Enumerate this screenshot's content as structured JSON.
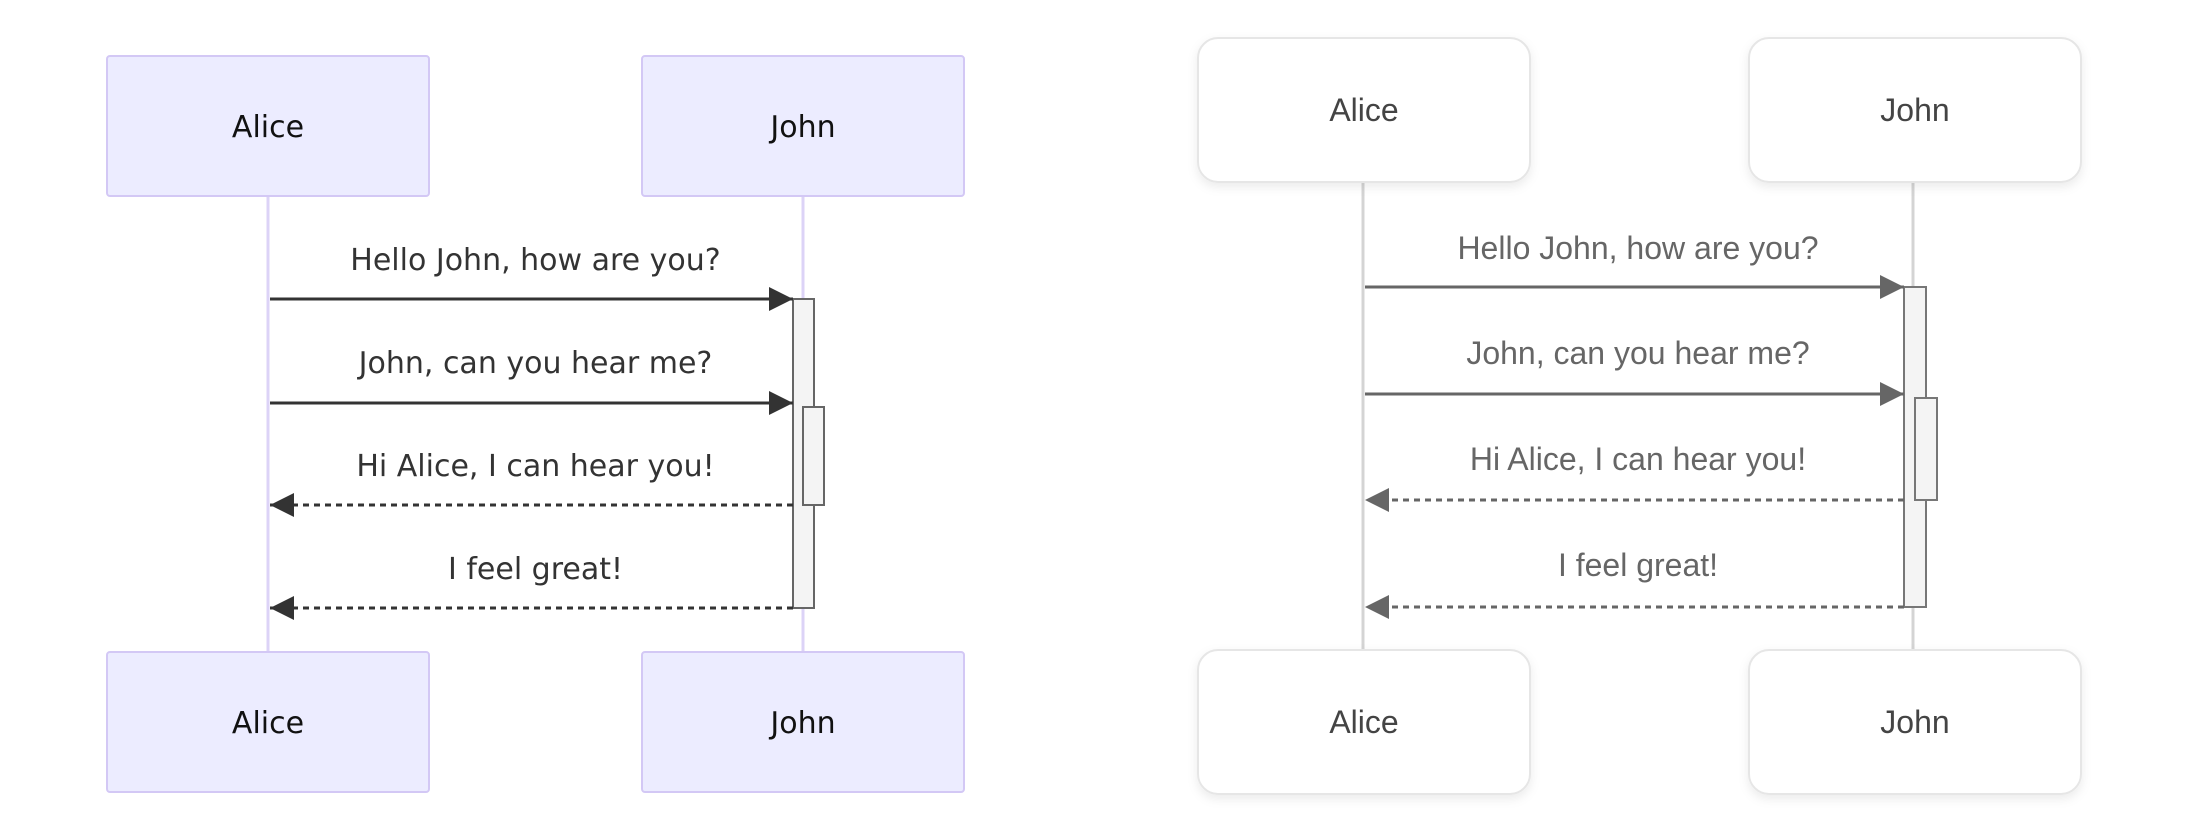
{
  "diagrams": [
    {
      "theme": "default",
      "colors": {
        "actor_fill": "#ECECFF",
        "actor_stroke": "#D3C8F5",
        "lifeline": "#DCD3F7",
        "arrow": "#333333",
        "activation_fill": "#F4F4F4",
        "activation_stroke": "#666666"
      },
      "actors": [
        "Alice",
        "John"
      ],
      "messages": [
        {
          "from": "Alice",
          "to": "John",
          "text": "Hello John, how are you?",
          "style": "solid"
        },
        {
          "from": "Alice",
          "to": "John",
          "text": "John, can you hear me?",
          "style": "solid"
        },
        {
          "from": "John",
          "to": "Alice",
          "text": "Hi Alice, I can hear you!",
          "style": "dotted"
        },
        {
          "from": "John",
          "to": "Alice",
          "text": "I feel great!",
          "style": "dotted"
        }
      ]
    },
    {
      "theme": "neutral-rounded",
      "colors": {
        "actor_fill": "#FFFFFF",
        "actor_stroke": "#E6E6E6",
        "lifeline": "#D4D4D4",
        "arrow": "#666666",
        "activation_fill": "#F4F4F4",
        "activation_stroke": "#777777"
      },
      "actors": [
        "Alice",
        "John"
      ],
      "messages": [
        {
          "from": "Alice",
          "to": "John",
          "text": "Hello John, how are you?",
          "style": "solid"
        },
        {
          "from": "Alice",
          "to": "John",
          "text": "John, can you hear me?",
          "style": "solid"
        },
        {
          "from": "John",
          "to": "Alice",
          "text": "Hi Alice, I can hear you!",
          "style": "dotted"
        },
        {
          "from": "John",
          "to": "Alice",
          "text": "I feel great!",
          "style": "dotted"
        }
      ]
    }
  ]
}
